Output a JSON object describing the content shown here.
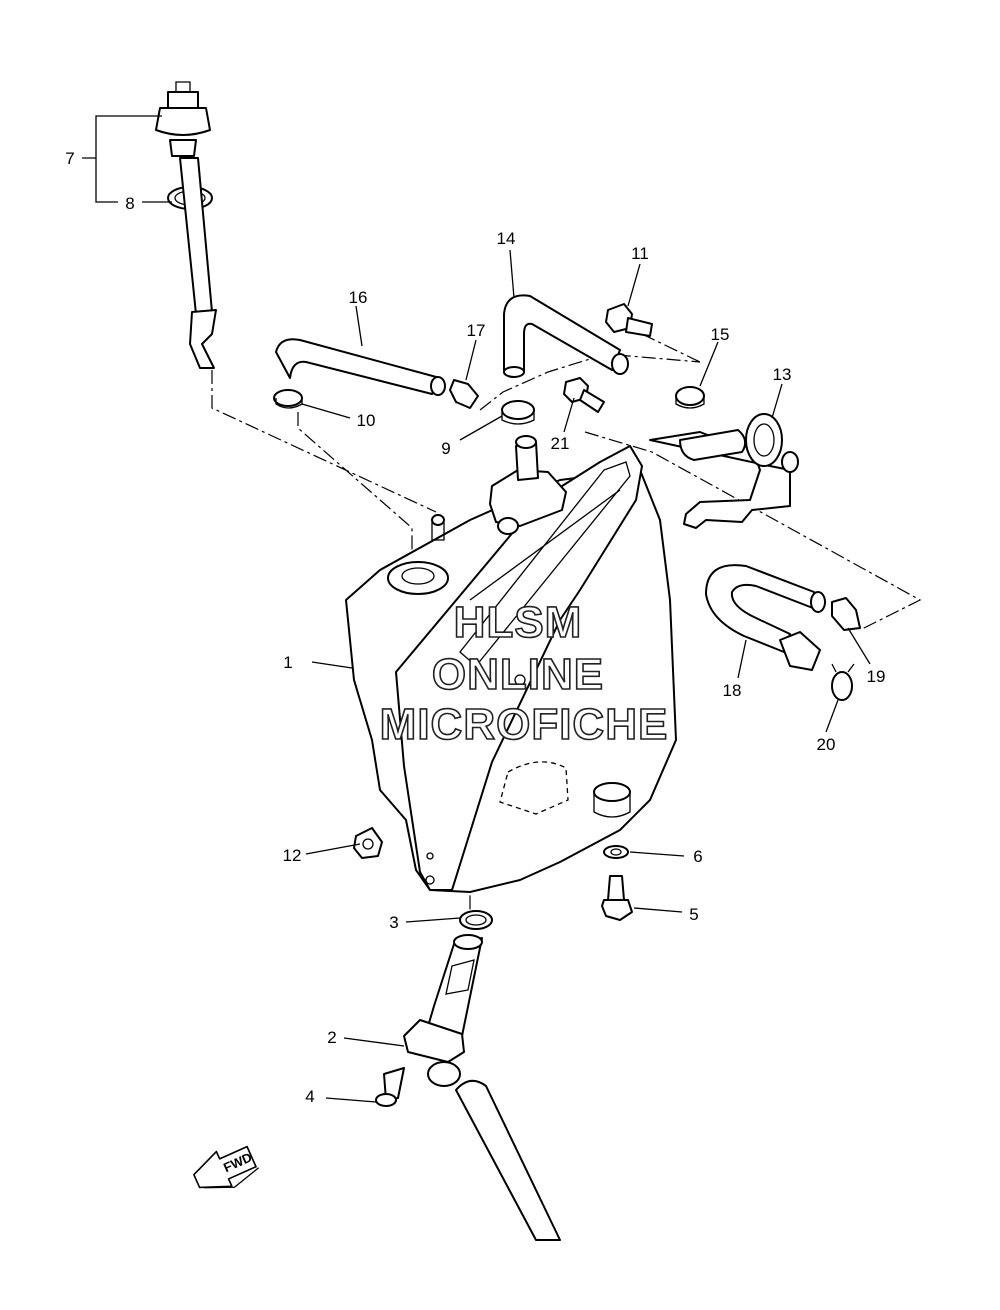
{
  "diagram": {
    "callouts": [
      {
        "id": "c1",
        "text": "1"
      },
      {
        "id": "c2",
        "text": "2"
      },
      {
        "id": "c3",
        "text": "3"
      },
      {
        "id": "c4",
        "text": "4"
      },
      {
        "id": "c5",
        "text": "5"
      },
      {
        "id": "c6",
        "text": "6"
      },
      {
        "id": "c7",
        "text": "7"
      },
      {
        "id": "c8",
        "text": "8"
      },
      {
        "id": "c9",
        "text": "9"
      },
      {
        "id": "c10",
        "text": "10"
      },
      {
        "id": "c11",
        "text": "11"
      },
      {
        "id": "c12",
        "text": "12"
      },
      {
        "id": "c13",
        "text": "13"
      },
      {
        "id": "c14",
        "text": "14"
      },
      {
        "id": "c15",
        "text": "15"
      },
      {
        "id": "c16",
        "text": "16"
      },
      {
        "id": "c17",
        "text": "17"
      },
      {
        "id": "c18",
        "text": "18"
      },
      {
        "id": "c19",
        "text": "19"
      },
      {
        "id": "c20",
        "text": "20"
      },
      {
        "id": "c21",
        "text": "21"
      }
    ],
    "watermark": {
      "line1": "HLSM",
      "line2": "ONLINE",
      "line3": "MICROFICHE"
    },
    "direction_arrow": {
      "text": "FWD",
      "icon": "fwd-arrow-icon"
    }
  }
}
